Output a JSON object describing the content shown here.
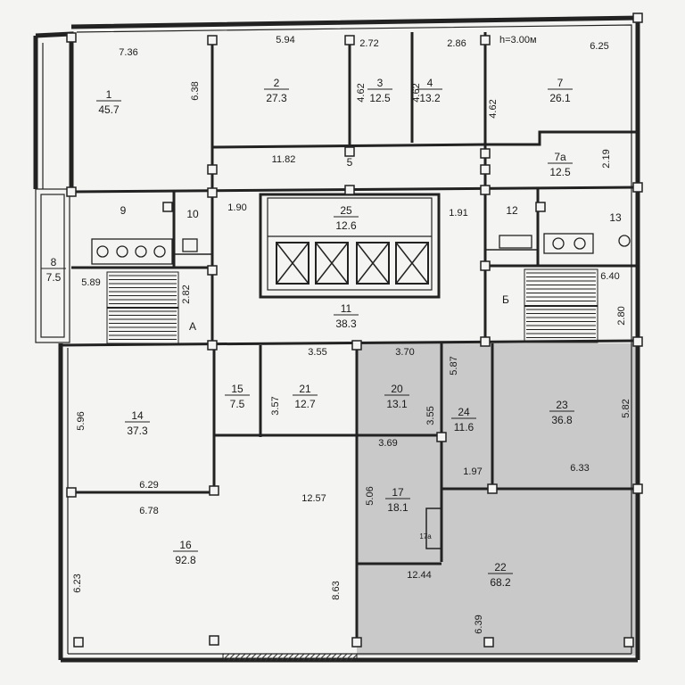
{
  "header": {
    "height_note": "h=3.00м"
  },
  "colors": {
    "background": "#f4f4f2",
    "wall": "#222222",
    "shaded": "#c9c9c9"
  },
  "rooms": [
    {
      "id": "1",
      "num": "1",
      "area": "45.7"
    },
    {
      "id": "2",
      "num": "2",
      "area": "27.3"
    },
    {
      "id": "3",
      "num": "3",
      "area": "12.5"
    },
    {
      "id": "4",
      "num": "4",
      "area": "13.2"
    },
    {
      "id": "7",
      "num": "7",
      "area": "26.1"
    },
    {
      "id": "7a",
      "num": "7а",
      "area": "12.5"
    },
    {
      "id": "5",
      "num": "5",
      "area": ""
    },
    {
      "id": "9",
      "num": "9",
      "area": ""
    },
    {
      "id": "10",
      "num": "10",
      "area": ""
    },
    {
      "id": "25",
      "num": "25",
      "area": "12.6"
    },
    {
      "id": "12",
      "num": "12",
      "area": ""
    },
    {
      "id": "13",
      "num": "13",
      "area": ""
    },
    {
      "id": "8",
      "num": "8",
      "area": "7.5"
    },
    {
      "id": "11",
      "num": "11",
      "area": "38.3"
    },
    {
      "id": "14",
      "num": "14",
      "area": "37.3"
    },
    {
      "id": "15",
      "num": "15",
      "area": "7.5"
    },
    {
      "id": "21",
      "num": "21",
      "area": "12.7"
    },
    {
      "id": "20",
      "num": "20",
      "area": "13.1"
    },
    {
      "id": "24",
      "num": "24",
      "area": "11.6"
    },
    {
      "id": "23",
      "num": "23",
      "area": "36.8"
    },
    {
      "id": "17",
      "num": "17",
      "area": "18.1"
    },
    {
      "id": "17a",
      "num": "17а",
      "area": ""
    },
    {
      "id": "16",
      "num": "16",
      "area": "92.8"
    },
    {
      "id": "22",
      "num": "22",
      "area": "68.2"
    }
  ],
  "labels": {
    "A": "А",
    "B": "Б"
  },
  "dimensions": [
    "7.36",
    "5.94",
    "2.72",
    "2.86",
    "6.25",
    "6.38",
    "4.62",
    "4.62",
    "4.62",
    "11.82",
    "2.19",
    "1.90",
    "1.91",
    "5.89",
    "2.82",
    "6.40",
    "2.80",
    "3.55",
    "3.70",
    "5.87",
    "5.96",
    "3.57",
    "3.55",
    "5.82",
    "3.69",
    "1.97",
    "6.33",
    "6.29",
    "6.78",
    "12.57",
    "5.06",
    "12.44",
    "6.23",
    "8.63",
    "6.39"
  ]
}
